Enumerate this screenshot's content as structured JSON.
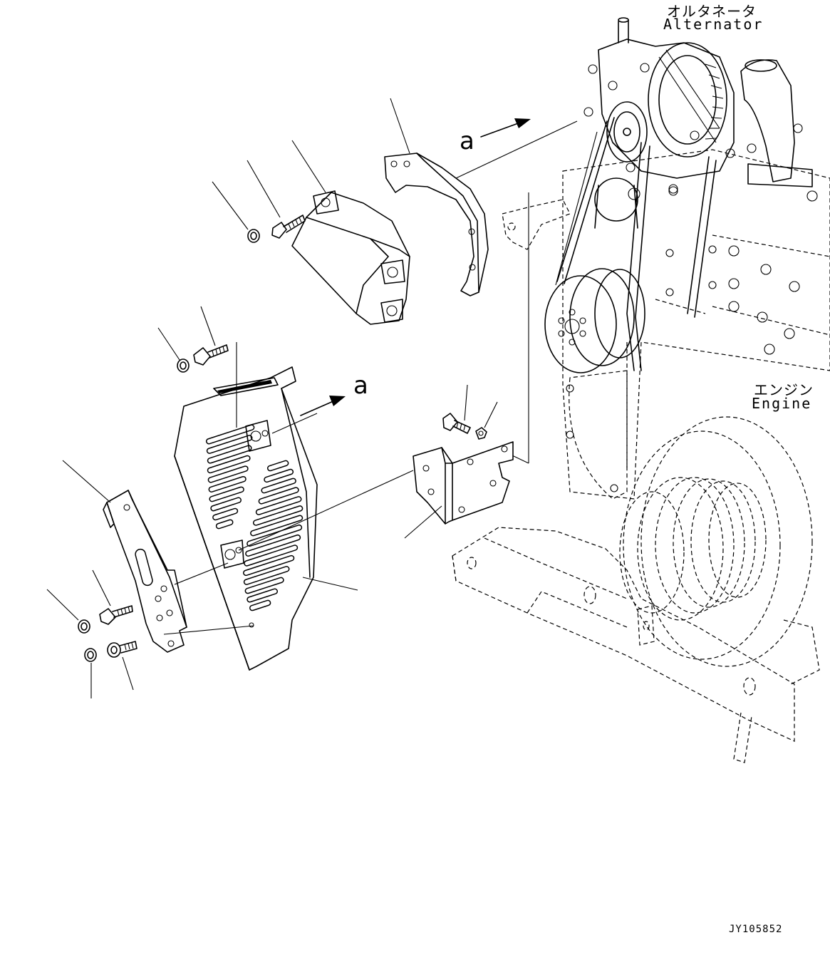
{
  "labels": {
    "alternator_jp": "オルタネータ",
    "alternator_en": "Alternator",
    "engine_jp": "エンジン",
    "engine_en": "Engine",
    "view_a_top": "a",
    "view_a_mid": "a",
    "drawing_id": "JY105852"
  }
}
